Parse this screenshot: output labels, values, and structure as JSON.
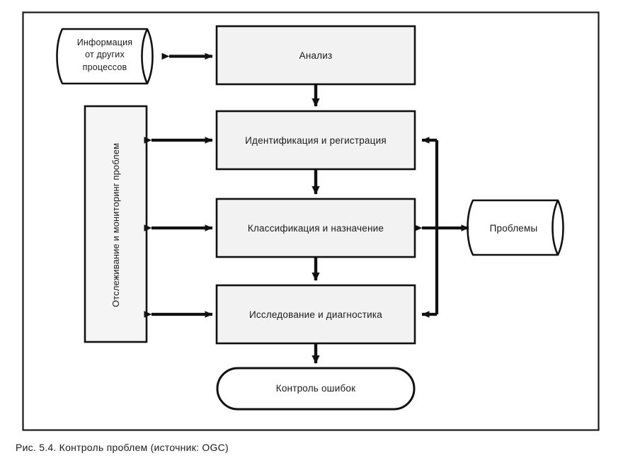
{
  "figure": {
    "caption": "Рис. 5.4. Контроль проблем (источник: OGC)",
    "title": "Контроль проблем",
    "source": "OGC",
    "figure_number": "5.4",
    "type": "flowchart",
    "colors": {
      "stroke": "#111111",
      "box_fill": "#f2f2f2",
      "cylinder_fill": "#ffffff",
      "page_background": "#ffffff",
      "frame_stroke": "#1a1a1a"
    },
    "nodes": [
      {
        "id": "info-other-processes",
        "shape": "cylinder",
        "label": "Информация\nот других\nпроцессов"
      },
      {
        "id": "analysis",
        "shape": "rectangle",
        "label": "Анализ"
      },
      {
        "id": "identification-registration",
        "shape": "rectangle",
        "label": "Идентификация и регистрация"
      },
      {
        "id": "classification-assignment",
        "shape": "rectangle",
        "label": "Классификация и назначение"
      },
      {
        "id": "investigation-diagnostics",
        "shape": "rectangle",
        "label": "Исследование и диагностика"
      },
      {
        "id": "error-control",
        "shape": "stadium",
        "label": "Контроль ошибок"
      },
      {
        "id": "tracking-monitoring",
        "shape": "rectangle-vertical",
        "label": "Отслеживание и мониторинг проблем"
      },
      {
        "id": "problems",
        "shape": "cylinder",
        "label": "Проблемы"
      }
    ],
    "edges": [
      {
        "from": "info-other-processes",
        "to": "analysis",
        "direction": "bidirectional",
        "orientation": "horizontal"
      },
      {
        "from": "analysis",
        "to": "identification-registration",
        "direction": "forward",
        "orientation": "vertical"
      },
      {
        "from": "identification-registration",
        "to": "classification-assignment",
        "direction": "forward",
        "orientation": "vertical"
      },
      {
        "from": "classification-assignment",
        "to": "investigation-diagnostics",
        "direction": "forward",
        "orientation": "vertical"
      },
      {
        "from": "investigation-diagnostics",
        "to": "error-control",
        "direction": "forward",
        "orientation": "vertical"
      },
      {
        "from": "tracking-monitoring",
        "to": "identification-registration",
        "direction": "bidirectional",
        "orientation": "horizontal"
      },
      {
        "from": "tracking-monitoring",
        "to": "classification-assignment",
        "direction": "bidirectional",
        "orientation": "horizontal"
      },
      {
        "from": "tracking-monitoring",
        "to": "investigation-diagnostics",
        "direction": "bidirectional",
        "orientation": "horizontal"
      },
      {
        "from": "problems",
        "to": "classification-assignment",
        "direction": "bidirectional",
        "orientation": "horizontal"
      },
      {
        "from": "problems-bus",
        "to": "identification-registration",
        "direction": "forward",
        "orientation": "horizontal"
      },
      {
        "from": "problems-bus",
        "to": "investigation-diagnostics",
        "direction": "forward",
        "orientation": "horizontal"
      }
    ]
  }
}
